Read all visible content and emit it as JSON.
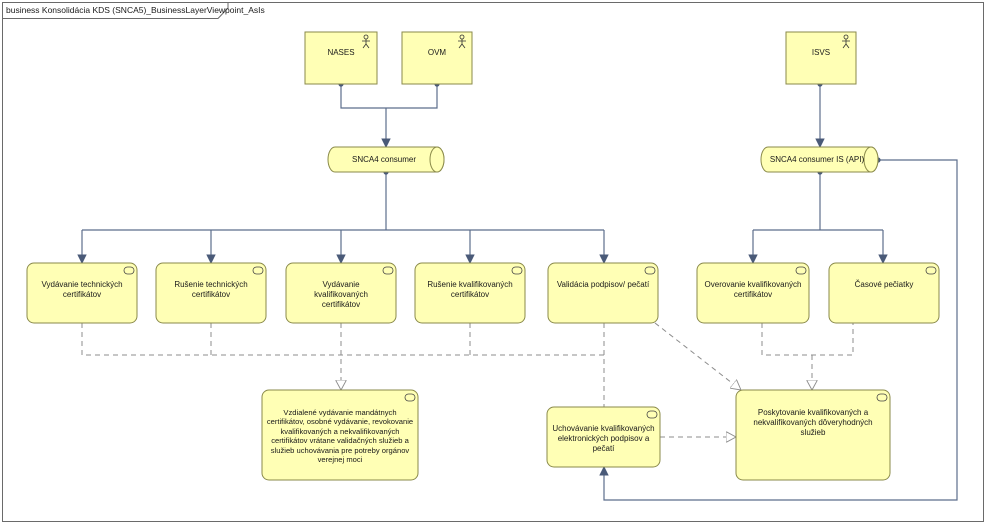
{
  "frame": {
    "title": "business Konsolidácia KDS (SNCA5)_BusinessLayerViewpoint_AsIs"
  },
  "actors": {
    "nases": "NASES",
    "ovm": "OVM",
    "isvs": "ISVS"
  },
  "interfaces": {
    "snca4_consumer": "SNCA4 consumer",
    "snca4_consumer_is": "SNCA4 consumer IS (API)"
  },
  "services": {
    "vydavanie_tech": "Vydávanie technických certifikátov",
    "rusenie_tech": "Rušenie technických certifikátov",
    "vydavanie_kval": "Vydávanie kvalifikovaných certifikátov",
    "rusenie_kval": "Rušenie kvalifikovaných certifikátov",
    "validacia": "Validácia podpisov/ pečatí",
    "overovanie": "Overovanie kvalifikovaných certifikátov",
    "casove": "Časové pečiatky",
    "uchovavanie": "Uchovávanie kvalifikovaných elektronických podpisov a pečatí"
  },
  "aggregates": {
    "vzdialene": "Vzdialené vydávanie mandátnych certifikátov, osobné vydávanie, revokovanie kvalifikovaných a nekvalifikovaných certifikátov vrátane validačných služieb a služieb uchovávania pre potreby orgánov verejnej moci",
    "poskytovanie": "Poskytovanie kvalifikovaných a nekvalifikovaných dôveryhodných služieb"
  },
  "colors": {
    "fill": "#ffffb5",
    "stroke": "#8a8a4a",
    "line": "#5c6d8c",
    "dash": "#8c8c8c"
  }
}
